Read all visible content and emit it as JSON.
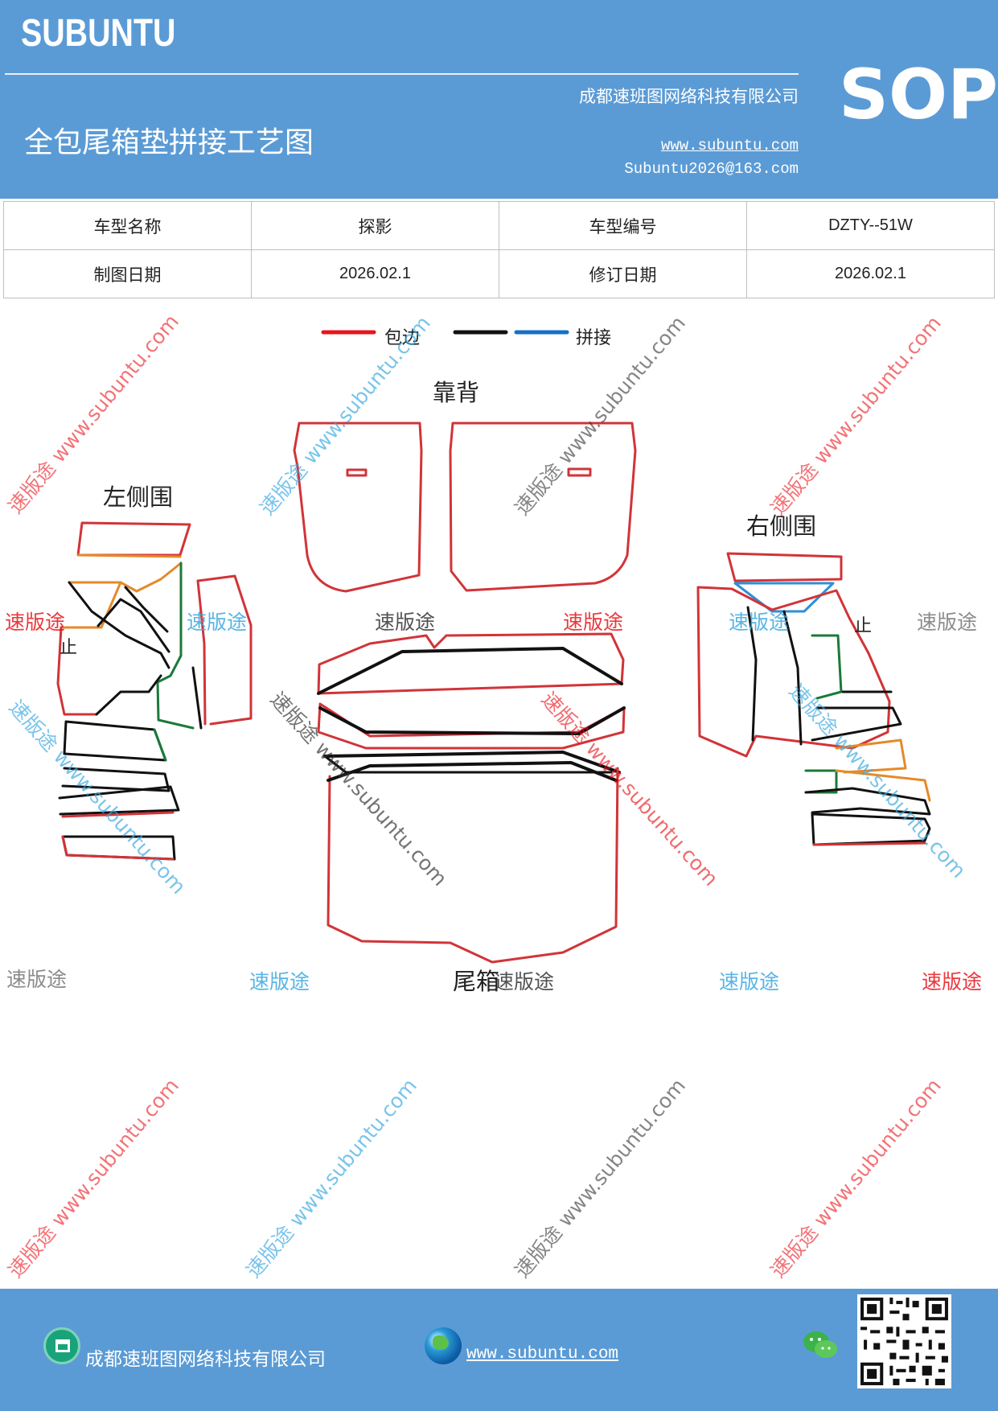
{
  "header": {
    "brand": "SUBUNTU",
    "company": "成都速班图网络科技有限公司",
    "title": "全包尾箱垫拼接工艺图",
    "website": "www.subuntu.com",
    "email": "Subuntu2026@163.com",
    "badge": "SOP"
  },
  "info": {
    "model_name_label": "车型名称",
    "model_name": "探影",
    "model_code_label": "车型编号",
    "model_code": "DZTY--51W",
    "draw_date_label": "制图日期",
    "draw_date": "2026.02.1",
    "revise_date_label": "修订日期",
    "revise_date": "2026.02.1"
  },
  "legend": {
    "items": [
      {
        "label": "包边",
        "color": "#e8141b"
      },
      {
        "label": "",
        "color": "#111111"
      },
      {
        "label": "拼接",
        "color": "#1570c4"
      }
    ]
  },
  "drawing": {
    "labels": {
      "backrest": "靠背",
      "left_side": "左侧围",
      "right_side": "右侧围",
      "trunk": "尾箱",
      "stop_left": "止",
      "stop_right": "止"
    },
    "colors": {
      "edge": "#d13438",
      "seam": "#111111",
      "join_blue": "#2f8fd6",
      "join_green": "#1a7a3a",
      "join_orange": "#e48a2a"
    }
  },
  "watermarks": {
    "brand_cn": "速版途",
    "url": "www.subuntu.com",
    "combined": "速版途 www.subuntu.com"
  },
  "footer": {
    "company": "成都速班图网络科技有限公司",
    "website": "www.subuntu.com"
  }
}
